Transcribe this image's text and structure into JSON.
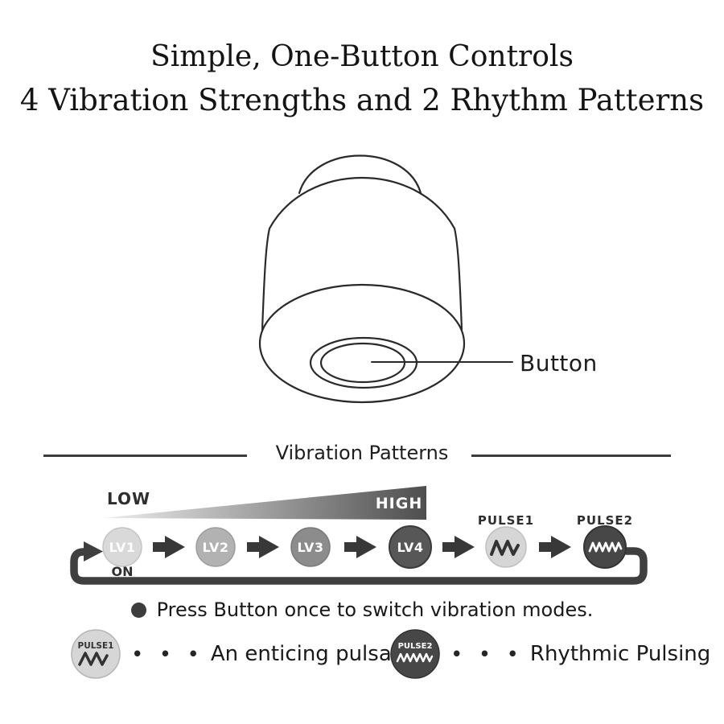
{
  "title": {
    "line1": "Simple, One-Button Controls",
    "line2": "4 Vibration Strengths and 2 Rhythm Patterns"
  },
  "device": {
    "button_label": "Button"
  },
  "patterns": {
    "header": "Vibration Patterns",
    "low": "LOW",
    "high": "HIGH",
    "on": "ON",
    "levels": [
      "LV1",
      "LV2",
      "LV3",
      "LV4"
    ],
    "pulse1": "PULSE1",
    "pulse2": "PULSE2"
  },
  "note": {
    "text": "Press Button once to switch vibration modes."
  },
  "legend": {
    "dots": "• • •",
    "items": [
      {
        "badge": "PULSE1",
        "text": "An enticing pulsation"
      },
      {
        "badge": "PULSE2",
        "text": "Rhythmic Pulsing"
      }
    ]
  },
  "palette": {
    "lv1": "#d9d9d9",
    "lv2": "#b2b2b2",
    "lv3": "#8c8c8c",
    "lv4": "#575757",
    "pulse1_fill": "#d6d6d6",
    "pulse2_fill": "#474747",
    "arrow": "#383838",
    "loop": "#3f3f3f",
    "wedge_start": "#efefef",
    "wedge_end": "#4e4e4e"
  }
}
